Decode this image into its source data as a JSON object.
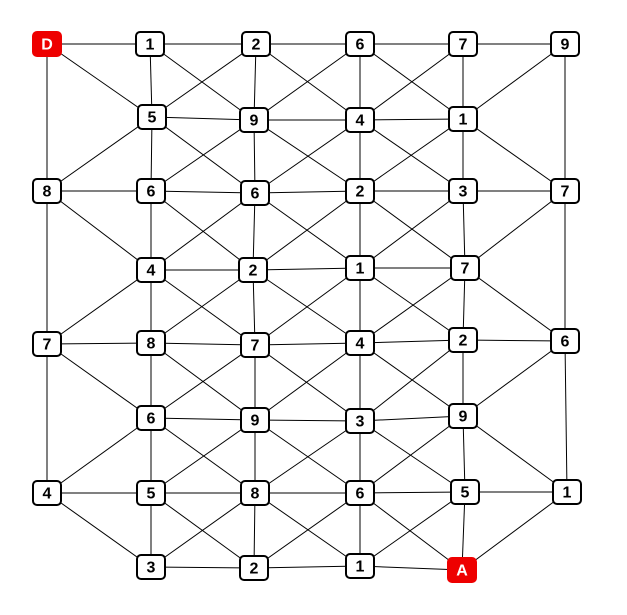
{
  "puzzle": {
    "start_label": "D",
    "end_label": "A",
    "colors": {
      "node_fill": "#ffffff",
      "node_stroke": "#000000",
      "node_text": "#000000",
      "special_fill": "#ee0000",
      "special_text": "#ffffff",
      "edge": "#000000"
    },
    "nodes": [
      {
        "id": "D",
        "label": "D",
        "special": true
      },
      {
        "id": "n1",
        "label": "1"
      },
      {
        "id": "n2",
        "label": "2"
      },
      {
        "id": "n3",
        "label": "6"
      },
      {
        "id": "n4",
        "label": "7"
      },
      {
        "id": "n5",
        "label": "9"
      },
      {
        "id": "n6",
        "label": "5"
      },
      {
        "id": "n7",
        "label": "9"
      },
      {
        "id": "n8",
        "label": "4"
      },
      {
        "id": "n9",
        "label": "1"
      },
      {
        "id": "n10",
        "label": "8"
      },
      {
        "id": "n11",
        "label": "6"
      },
      {
        "id": "n12",
        "label": "6"
      },
      {
        "id": "n13",
        "label": "2"
      },
      {
        "id": "n14",
        "label": "3"
      },
      {
        "id": "n15",
        "label": "7"
      },
      {
        "id": "n16",
        "label": "4"
      },
      {
        "id": "n17",
        "label": "2"
      },
      {
        "id": "n18",
        "label": "1"
      },
      {
        "id": "n19",
        "label": "7"
      },
      {
        "id": "n20",
        "label": "7"
      },
      {
        "id": "n21",
        "label": "8"
      },
      {
        "id": "n22",
        "label": "7"
      },
      {
        "id": "n23",
        "label": "4"
      },
      {
        "id": "n24",
        "label": "2"
      },
      {
        "id": "n25",
        "label": "6"
      },
      {
        "id": "n26",
        "label": "6"
      },
      {
        "id": "n27",
        "label": "9"
      },
      {
        "id": "n28",
        "label": "3"
      },
      {
        "id": "n29",
        "label": "9"
      },
      {
        "id": "n30",
        "label": "4"
      },
      {
        "id": "n31",
        "label": "5"
      },
      {
        "id": "n32",
        "label": "8"
      },
      {
        "id": "n33",
        "label": "6"
      },
      {
        "id": "n34",
        "label": "5"
      },
      {
        "id": "n35",
        "label": "1"
      },
      {
        "id": "n36",
        "label": "3"
      },
      {
        "id": "n37",
        "label": "2"
      },
      {
        "id": "n38",
        "label": "1"
      },
      {
        "id": "A",
        "label": "A",
        "special": true
      }
    ],
    "edges": [
      [
        "D",
        "n1"
      ],
      [
        "n1",
        "n2"
      ],
      [
        "n2",
        "n3"
      ],
      [
        "n3",
        "n4"
      ],
      [
        "n4",
        "n5"
      ],
      [
        "D",
        "n10"
      ],
      [
        "D",
        "n6"
      ],
      [
        "n1",
        "n6"
      ],
      [
        "n1",
        "n7"
      ],
      [
        "n2",
        "n6"
      ],
      [
        "n2",
        "n7"
      ],
      [
        "n2",
        "n8"
      ],
      [
        "n3",
        "n7"
      ],
      [
        "n3",
        "n8"
      ],
      [
        "n3",
        "n9"
      ],
      [
        "n4",
        "n8"
      ],
      [
        "n4",
        "n9"
      ],
      [
        "n5",
        "n9"
      ],
      [
        "n5",
        "n15"
      ],
      [
        "n6",
        "n7"
      ],
      [
        "n7",
        "n8"
      ],
      [
        "n8",
        "n9"
      ],
      [
        "n6",
        "n10"
      ],
      [
        "n6",
        "n11"
      ],
      [
        "n6",
        "n12"
      ],
      [
        "n7",
        "n11"
      ],
      [
        "n7",
        "n12"
      ],
      [
        "n7",
        "n13"
      ],
      [
        "n8",
        "n12"
      ],
      [
        "n8",
        "n13"
      ],
      [
        "n8",
        "n14"
      ],
      [
        "n9",
        "n13"
      ],
      [
        "n9",
        "n14"
      ],
      [
        "n9",
        "n15"
      ],
      [
        "n10",
        "n11"
      ],
      [
        "n11",
        "n12"
      ],
      [
        "n12",
        "n13"
      ],
      [
        "n13",
        "n14"
      ],
      [
        "n14",
        "n15"
      ],
      [
        "n10",
        "n20"
      ],
      [
        "n10",
        "n16"
      ],
      [
        "n11",
        "n16"
      ],
      [
        "n11",
        "n17"
      ],
      [
        "n12",
        "n16"
      ],
      [
        "n12",
        "n17"
      ],
      [
        "n12",
        "n18"
      ],
      [
        "n13",
        "n17"
      ],
      [
        "n13",
        "n18"
      ],
      [
        "n13",
        "n19"
      ],
      [
        "n14",
        "n18"
      ],
      [
        "n14",
        "n19"
      ],
      [
        "n15",
        "n19"
      ],
      [
        "n15",
        "n26"
      ],
      [
        "n16",
        "n17"
      ],
      [
        "n17",
        "n18"
      ],
      [
        "n18",
        "n19"
      ],
      [
        "n16",
        "n20"
      ],
      [
        "n16",
        "n21"
      ],
      [
        "n16",
        "n22"
      ],
      [
        "n17",
        "n21"
      ],
      [
        "n17",
        "n22"
      ],
      [
        "n17",
        "n23"
      ],
      [
        "n18",
        "n22"
      ],
      [
        "n18",
        "n23"
      ],
      [
        "n18",
        "n24"
      ],
      [
        "n19",
        "n23"
      ],
      [
        "n19",
        "n24"
      ],
      [
        "n19",
        "n26"
      ],
      [
        "n20",
        "n21"
      ],
      [
        "n21",
        "n22"
      ],
      [
        "n22",
        "n23"
      ],
      [
        "n23",
        "n24"
      ],
      [
        "n24",
        "n26"
      ],
      [
        "n20",
        "n30"
      ],
      [
        "n20",
        "n25"
      ],
      [
        "n21",
        "n25"
      ],
      [
        "n21",
        "n27"
      ],
      [
        "n22",
        "n25"
      ],
      [
        "n22",
        "n27"
      ],
      [
        "n22",
        "n28"
      ],
      [
        "n23",
        "n27"
      ],
      [
        "n23",
        "n28"
      ],
      [
        "n23",
        "n29"
      ],
      [
        "n24",
        "n28"
      ],
      [
        "n24",
        "n29"
      ],
      [
        "n26",
        "n29"
      ],
      [
        "n26",
        "n35"
      ],
      [
        "n25",
        "n27"
      ],
      [
        "n27",
        "n28"
      ],
      [
        "n28",
        "n29"
      ],
      [
        "n30",
        "n25"
      ],
      [
        "n25",
        "n31"
      ],
      [
        "n25",
        "n32"
      ],
      [
        "n27",
        "n31"
      ],
      [
        "n27",
        "n32"
      ],
      [
        "n27",
        "n33"
      ],
      [
        "n28",
        "n32"
      ],
      [
        "n28",
        "n33"
      ],
      [
        "n28",
        "n34"
      ],
      [
        "n29",
        "n33"
      ],
      [
        "n29",
        "n34"
      ],
      [
        "n29",
        "n35"
      ],
      [
        "n30",
        "n31"
      ],
      [
        "n31",
        "n32"
      ],
      [
        "n32",
        "n33"
      ],
      [
        "n33",
        "n34"
      ],
      [
        "n34",
        "n35"
      ],
      [
        "n30",
        "n36"
      ],
      [
        "n31",
        "n36"
      ],
      [
        "n31",
        "n37"
      ],
      [
        "n32",
        "n36"
      ],
      [
        "n32",
        "n37"
      ],
      [
        "n32",
        "n38"
      ],
      [
        "n33",
        "n37"
      ],
      [
        "n33",
        "n38"
      ],
      [
        "n33",
        "A"
      ],
      [
        "n34",
        "n38"
      ],
      [
        "n34",
        "A"
      ],
      [
        "n35",
        "A"
      ],
      [
        "n36",
        "n37"
      ],
      [
        "n37",
        "n38"
      ],
      [
        "n38",
        "A"
      ]
    ]
  }
}
